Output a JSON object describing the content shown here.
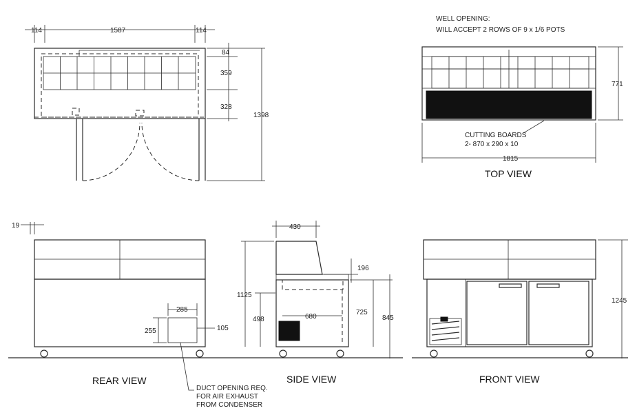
{
  "notes": {
    "well_opening_line1": "WELL OPENING:",
    "well_opening_line2": "WILL ACCEPT 2 ROWS OF 9 x 1/6 POTS",
    "cutting_boards_line1": "CUTTING BOARDS",
    "cutting_boards_line2": "2- 870 x 290 x 10",
    "duct_line1": "DUCT OPENING REQ.",
    "duct_line2": "FOR AIR EXHAUST",
    "duct_line3": "FROM CONDENSER"
  },
  "view_labels": {
    "top": "TOP VIEW",
    "rear": "REAR VIEW",
    "side": "SIDE VIEW",
    "front": "FRONT VIEW"
  },
  "dimensions": {
    "plan_left_margin": "114",
    "plan_well_width": "1587",
    "plan_right_margin": "114",
    "plan_top_strip": "84",
    "plan_well_depth": "359",
    "plan_rear_depth": "328",
    "plan_total_depth": "1398",
    "top_depth": "771",
    "top_width": "1815",
    "rear_offset": "19",
    "rear_duct_width": "285",
    "rear_duct_height": "255",
    "rear_duct_side": "105",
    "side_depth_top": "430",
    "side_canopy": "196",
    "side_counter_height": "1125",
    "side_compressor_height": "498",
    "side_cabinet_width": "680",
    "side_cabinet_height": "725",
    "side_total_height": "845",
    "front_total_height": "1245"
  }
}
